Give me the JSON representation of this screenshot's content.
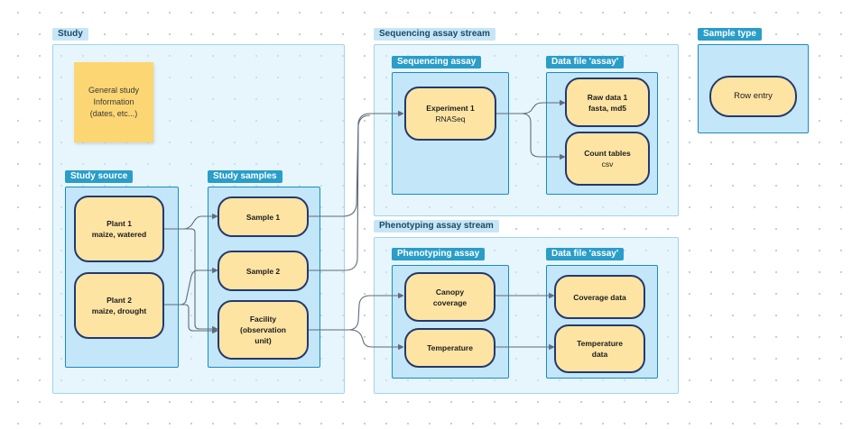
{
  "frames": {
    "study": "Study",
    "sequencing_stream": "Sequencing assay stream",
    "phenotyping_stream": "Phenotyping assay stream",
    "sample_type": "Sample type"
  },
  "boxes": {
    "study_source": "Study source",
    "study_samples": "Study samples",
    "sequencing_assay": "Sequencing assay",
    "seq_data_file": "Data file 'assay'",
    "phenotyping_assay": "Phenotyping assay",
    "pheno_data_file": "Data file 'assay'"
  },
  "sticky": {
    "line1": "General study",
    "line2": "Information",
    "line3": "(dates, etc...)"
  },
  "nodes": {
    "plant1": {
      "title": "Plant 1",
      "detail": "maize, watered"
    },
    "plant2": {
      "title": "Plant 2",
      "detail": "maize, drought"
    },
    "sample1": {
      "title": "Sample 1"
    },
    "sample2": {
      "title": "Sample 2"
    },
    "facility": {
      "line1": "Facility",
      "line2": "(observation",
      "line3": "unit)"
    },
    "experiment1": {
      "title": "Experiment 1",
      "detail": "RNASeq"
    },
    "rawdata": {
      "title": "Raw data 1",
      "detail": "fasta, md5"
    },
    "counttables": {
      "title": "Count tables",
      "detail": "csv"
    },
    "canopy": {
      "line1": "Canopy",
      "line2": "coverage"
    },
    "temperature": {
      "title": "Temperature"
    },
    "coverage_data": {
      "title": "Coverage data"
    },
    "temperature_data": {
      "line1": "Temperature",
      "line2": "data"
    },
    "row_entry": {
      "title": "Row entry"
    }
  },
  "colors": {
    "node_fill": "#fde4a3",
    "node_border": "#24396e",
    "frame_fill": "#d2eefa",
    "box_fill": "#c3e6f8",
    "label_dark": "#2a9dc8",
    "connector": "#5f6b7a",
    "sticky": "#fcd672"
  }
}
